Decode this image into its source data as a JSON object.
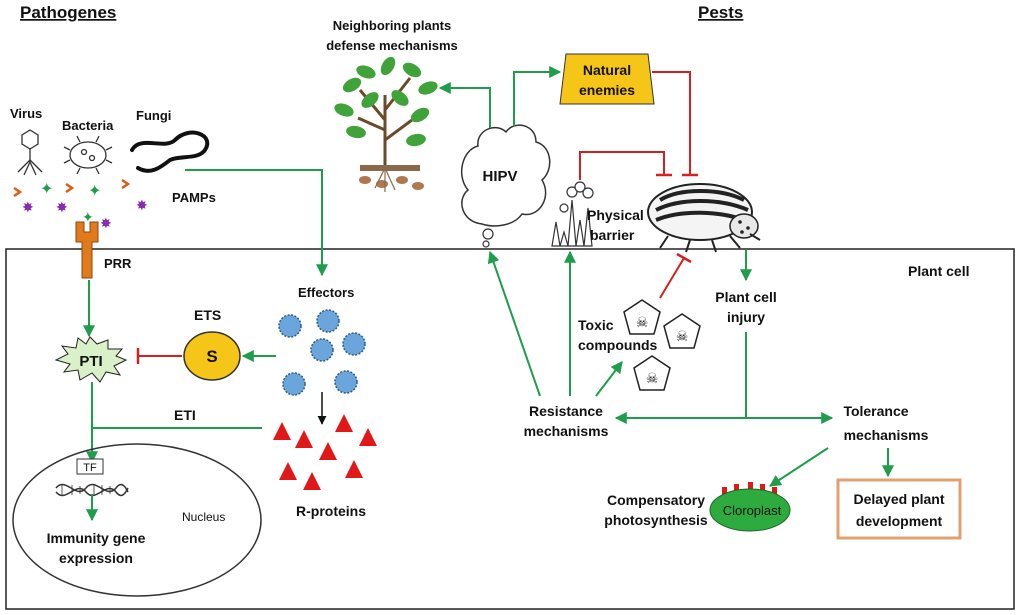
{
  "headers": {
    "pathogens": "Pathogenes",
    "pests": "Pests"
  },
  "pathogens": {
    "virus": "Virus",
    "bacteria": "Bacteria",
    "fungi": "Fungi",
    "pamps": "PAMPs",
    "prr": "PRR"
  },
  "cell": {
    "title": "Plant cell",
    "pti": "PTI",
    "ets": "ETS",
    "s": "S",
    "eti": "ETI",
    "effectors": "Effectors",
    "r_proteins": "R-proteins",
    "tf": "TF",
    "nucleus": "Nucleus",
    "immunity_line1": "Immunity gene",
    "immunity_line2": "expression"
  },
  "pests": {
    "neighboring_line1": "Neighboring plants",
    "neighboring_line2": "defense mechanisms",
    "hipv": "HIPV",
    "natural_line1": "Natural",
    "natural_line2": "enemies",
    "physical_line1": "Physical",
    "physical_line2": "barrier",
    "injury_line1": "Plant cell",
    "injury_line2": "injury",
    "toxic_line1": "Toxic",
    "toxic_line2": "compounds",
    "resistance_line1": "Resistance",
    "resistance_line2": "mechanisms",
    "tolerance_line1": "Tolerance",
    "tolerance_line2": "mechanisms",
    "compensatory_line1": "Compensatory",
    "compensatory_line2": "photosynthesis",
    "chloroplast": "Cloroplast",
    "delayed_line1": "Delayed plant",
    "delayed_line2": "development"
  },
  "colors": {
    "arrow_green": "#1e9e4a",
    "inhibit_red": "#d62020",
    "s_yellow": "#f5c518",
    "natural_yellow": "#f5c518",
    "effector_blue": "#6aa6dc",
    "rprotein_red": "#e01818",
    "prr_orange": "#e07a1c",
    "chloroplast_green": "#2eab3e",
    "delayed_border": "#e0a070"
  }
}
